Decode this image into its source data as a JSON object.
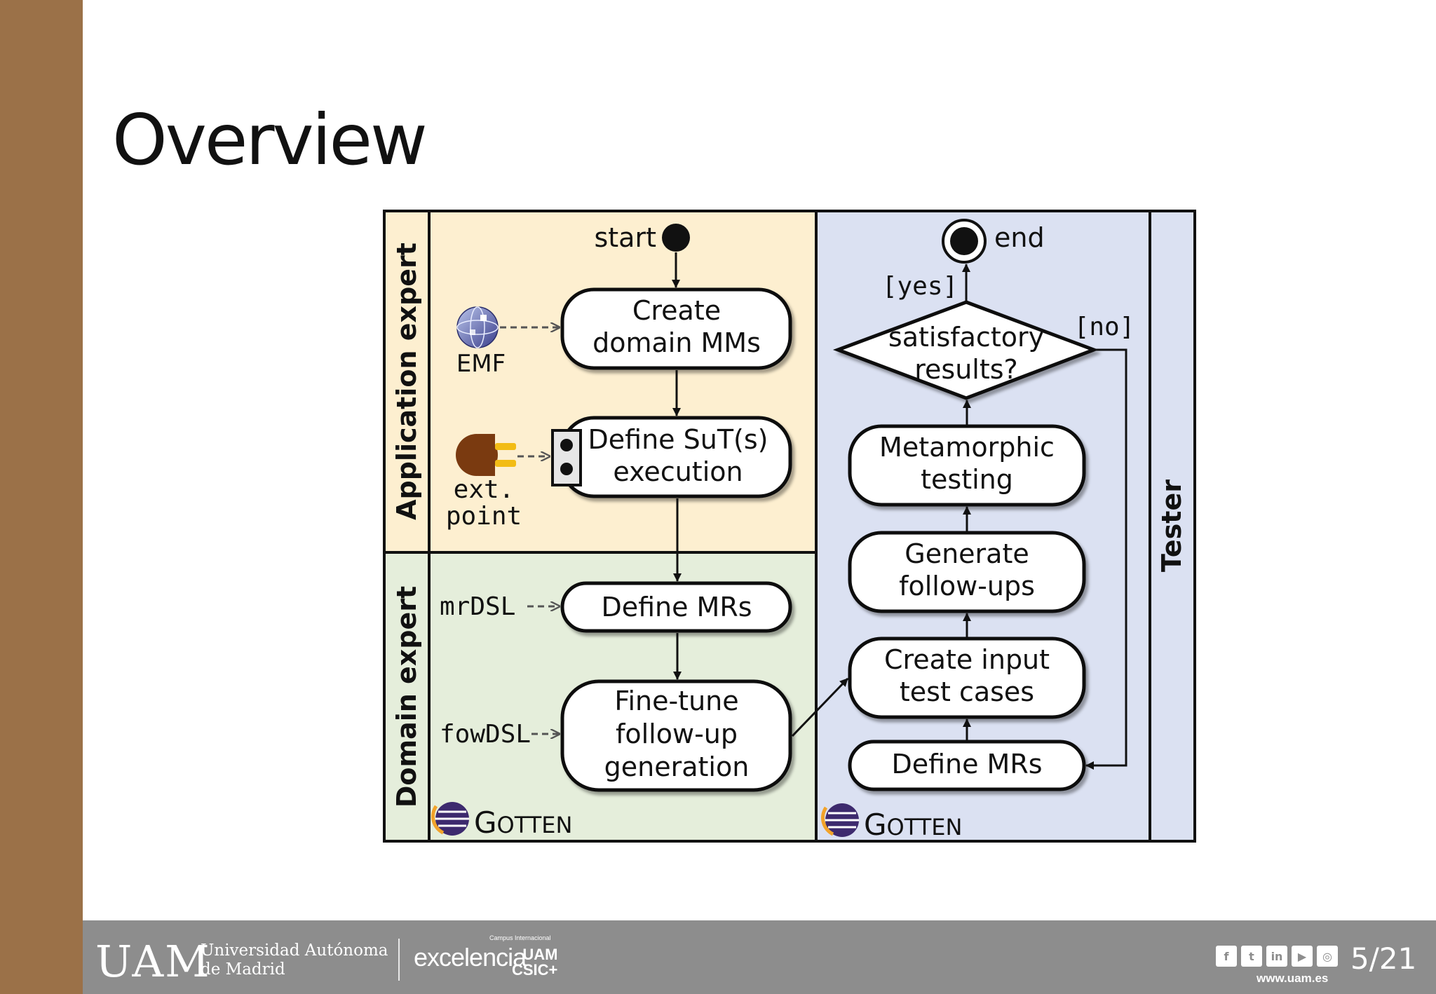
{
  "slide": {
    "title": "Overview",
    "page": "5/21"
  },
  "diagram": {
    "lanes": {
      "application_expert": "Application expert",
      "domain_expert": "Domain expert",
      "tester": "Tester"
    },
    "start_label": "start",
    "end_label": "end",
    "nodes": {
      "create_mms": [
        "Create",
        "domain MMs"
      ],
      "define_sut": [
        "Define SuT(s)",
        "execution"
      ],
      "define_mrs_left": "Define MRs",
      "fine_tune": [
        "Fine-tune",
        "follow-up",
        "generation"
      ],
      "define_mrs_right": "Define MRs",
      "create_input": [
        "Create input",
        "test cases"
      ],
      "generate_followups": [
        "Generate",
        "follow-ups"
      ],
      "metamorphic": [
        "Metamorphic",
        "testing"
      ],
      "decision": [
        "satisfactory",
        "results?"
      ]
    },
    "guards": {
      "yes": "[yes]",
      "no": "[no]"
    },
    "artifacts": {
      "emf": "EMF",
      "ext_point": [
        "ext.",
        "point"
      ],
      "mrdsl": "mrDSL",
      "fowdsl": "fowDSL"
    },
    "tool_label": {
      "initial": "G",
      "rest": "OTTEN"
    }
  },
  "footer": {
    "uam_logo": "UAM",
    "university_line1": "Universidad Autónoma",
    "university_line2": "de Madrid",
    "excelencia": "excelencia",
    "campus_small": "Campus Internacional",
    "uam_csic_line1": "UAM",
    "uam_csic_line2": "CSIC+",
    "website": "www.uam.es",
    "social_icons": [
      "facebook-icon",
      "twitter-icon",
      "linkedin-icon",
      "youtube-icon",
      "instagram-icon"
    ],
    "social_glyphs": [
      "f",
      "t",
      "in",
      "▶",
      "◎"
    ]
  },
  "colors": {
    "sidebar": "#9b7148",
    "footer": "#8d8d8d",
    "application_lane": "#fdefd0",
    "domain_lane": "#e5eedb",
    "tester_lane": "#dbe1f2"
  }
}
